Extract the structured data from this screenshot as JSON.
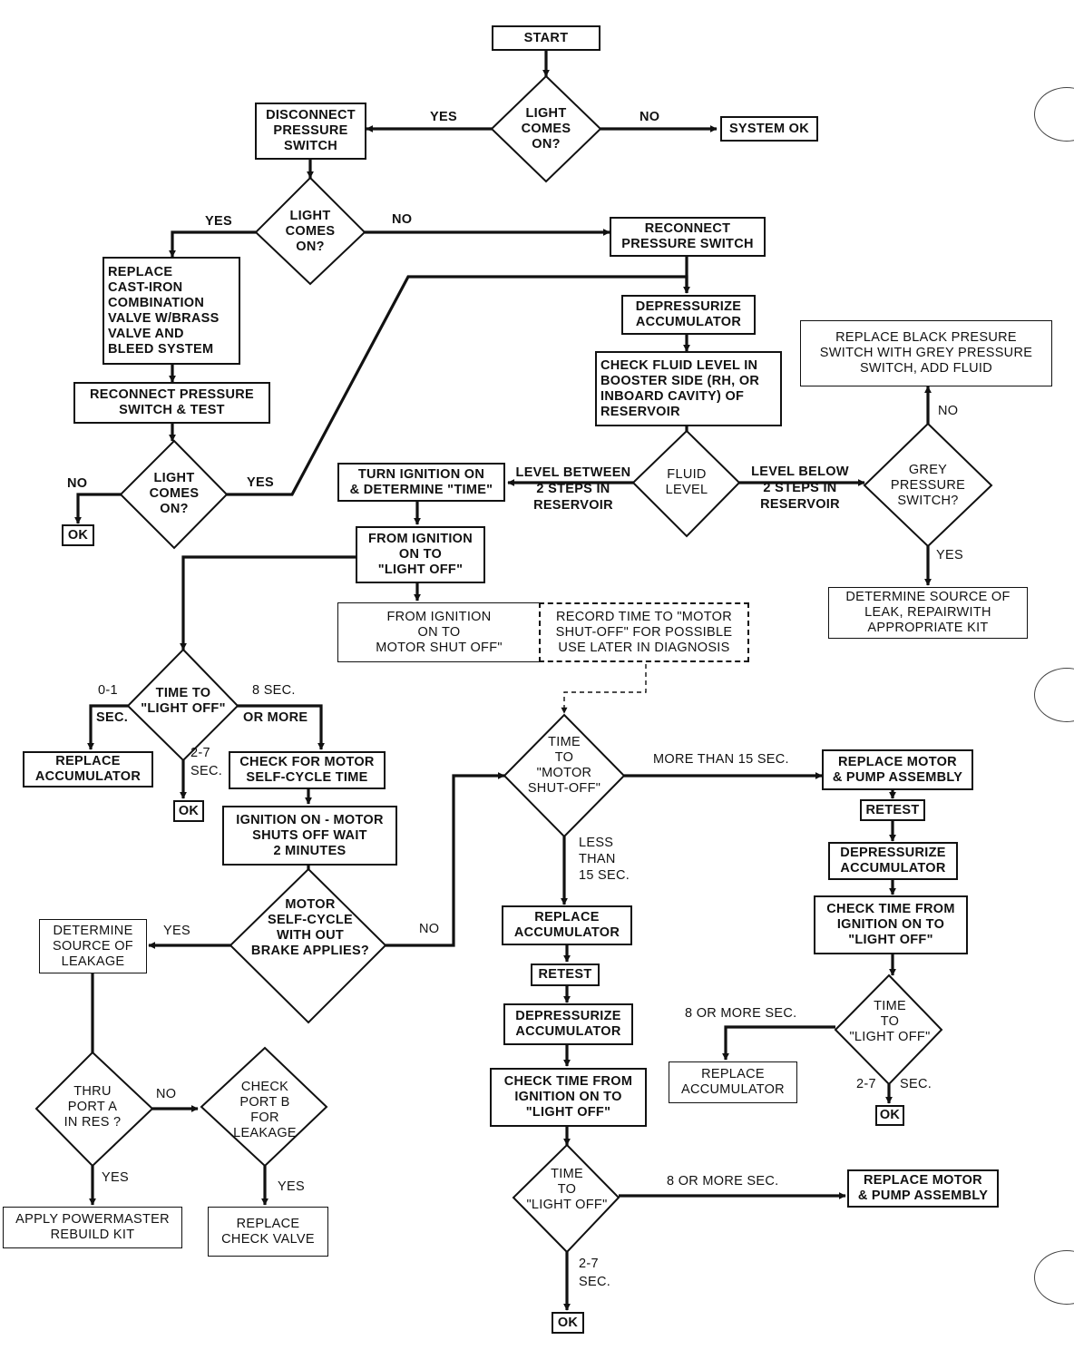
{
  "boxes": {
    "start": "START",
    "system_ok": "SYSTEM OK",
    "disconnect": "DISCONNECT\nPRESSURE\nSWITCH",
    "reconnect_a": "RECONNECT\nPRESSURE SWITCH",
    "replace_valve": "REPLACE\nCAST-IRON\nCOMBINATION\nVALVE W/BRASS\nVALVE AND\nBLEED SYSTEM",
    "reconnect_test": "RECONNECT PRESSURE\nSWITCH & TEST",
    "ok1": "OK",
    "depressurize_1": "DEPRESSURIZE\nACCUMULATOR",
    "check_fluid": "CHECK FLUID LEVEL IN\nBOOSTER SIDE (RH, OR\nINBOARD CAVITY) OF\nRESERVOIR",
    "replace_black": "REPLACE BLACK PRESURE\nSWITCH WITH GREY PRESSURE\nSWITCH, ADD FLUID",
    "turn_ignition": "TURN IGNITION ON\n& DETERMINE \"TIME\"",
    "from_ign_light": "FROM IGNITION\nON TO\n\"LIGHT OFF\"",
    "from_ign_motor": "FROM IGNITION\nON TO\nMOTOR SHUT OFF\"",
    "record_time": "RECORD TIME TO \"MOTOR\nSHUT-OFF\" FOR POSSIBLE\nUSE LATER IN DIAGNOSIS",
    "determine_leak_repair": "DETERMINE SOURCE OF\nLEAK, REPAIRWITH\nAPPROPRIATE KIT",
    "replace_acc_1": "REPLACE\nACCUMULATOR",
    "ok2": "OK",
    "check_motor": "CHECK FOR MOTOR\nSELF-CYCLE TIME",
    "ign_on_motor": "IGNITION ON - MOTOR\nSHUTS OFF WAIT\n2 MINUTES",
    "replace_motor_1": "REPLACE MOTOR\n& PUMP ASSEMBLY",
    "retest_1": "RETEST",
    "depressurize_2": "DEPRESSURIZE\nACCUMULATOR",
    "check_time_1": "CHECK TIME FROM\nIGNITION ON TO\n\"LIGHT OFF\"",
    "determine_leakage": "DETERMINE\nSOURCE OF\nLEAKAGE",
    "replace_acc_2": "REPLACE\nACCUMULATOR",
    "retest_2": "RETEST",
    "depressurize_3": "DEPRESSURIZE\nACCUMULATOR",
    "check_time_2": "CHECK TIME FROM\nIGNITION ON TO\n\"LIGHT OFF\"",
    "replace_acc_3": "REPLACE\nACCUMULATOR",
    "ok3": "OK",
    "replace_motor_2": "REPLACE MOTOR\n& PUMP ASSEMBLY",
    "ok4": "OK",
    "apply_kit": "APPLY POWERMASTER\nREBUILD KIT",
    "replace_check": "REPLACE\nCHECK VALVE"
  },
  "decisions": {
    "light1": "LIGHT\nCOMES\nON?",
    "light2": "LIGHT\nCOMES\nON?",
    "light3": "LIGHT\nCOMES\nON?",
    "fluid": "FLUID\nLEVEL",
    "grey": "GREY\nPRESSURE\nSWITCH?",
    "time_light": "TIME TO\n\"LIGHT OFF\"",
    "time_motor": "TIME\nTO\n\"MOTOR\nSHUT-OFF\"",
    "self_cycle": "MOTOR\nSELF-CYCLE\nWITH OUT\nBRAKE APPLIES?",
    "time_r": "TIME\nTO\n\"LIGHT OFF\"",
    "thru_port": "THRU\nPORT A\nIN RES ?",
    "check_port": "CHECK\nPORT B\nFOR\nLEAKAGE",
    "time_b": "TIME\nTO\n\"LIGHT OFF\""
  },
  "labels": {
    "yes1": "YES",
    "no1": "NO",
    "yes2": "YES",
    "no2": "NO",
    "no3": "NO",
    "yes3": "YES",
    "level_between": "LEVEL BETWEEN\n2 STEPS IN\nRESERVOIR",
    "level_below": "LEVEL BELOW\n2 STEPS IN\nRESERVOIR",
    "no4": "NO",
    "yes4": "YES",
    "zero_one": "0-1",
    "sec1": "SEC.",
    "eight_sec": "8 SEC.",
    "or_more": "OR MORE",
    "two_seven_1": "2-7\nSEC.",
    "more_15": "MORE THAN 15 SEC.",
    "less_15": "LESS\nTHAN\n15 SEC.",
    "yes5": "YES",
    "no5": "NO",
    "eight_more_1": "8 OR MORE SEC.",
    "two_seven_2": "2-7",
    "sec2": "SEC.",
    "no6": "NO",
    "yes6": "YES",
    "yes7": "YES",
    "eight_more_2": "8 OR MORE SEC.",
    "two_seven_3": "2-7\nSEC."
  }
}
